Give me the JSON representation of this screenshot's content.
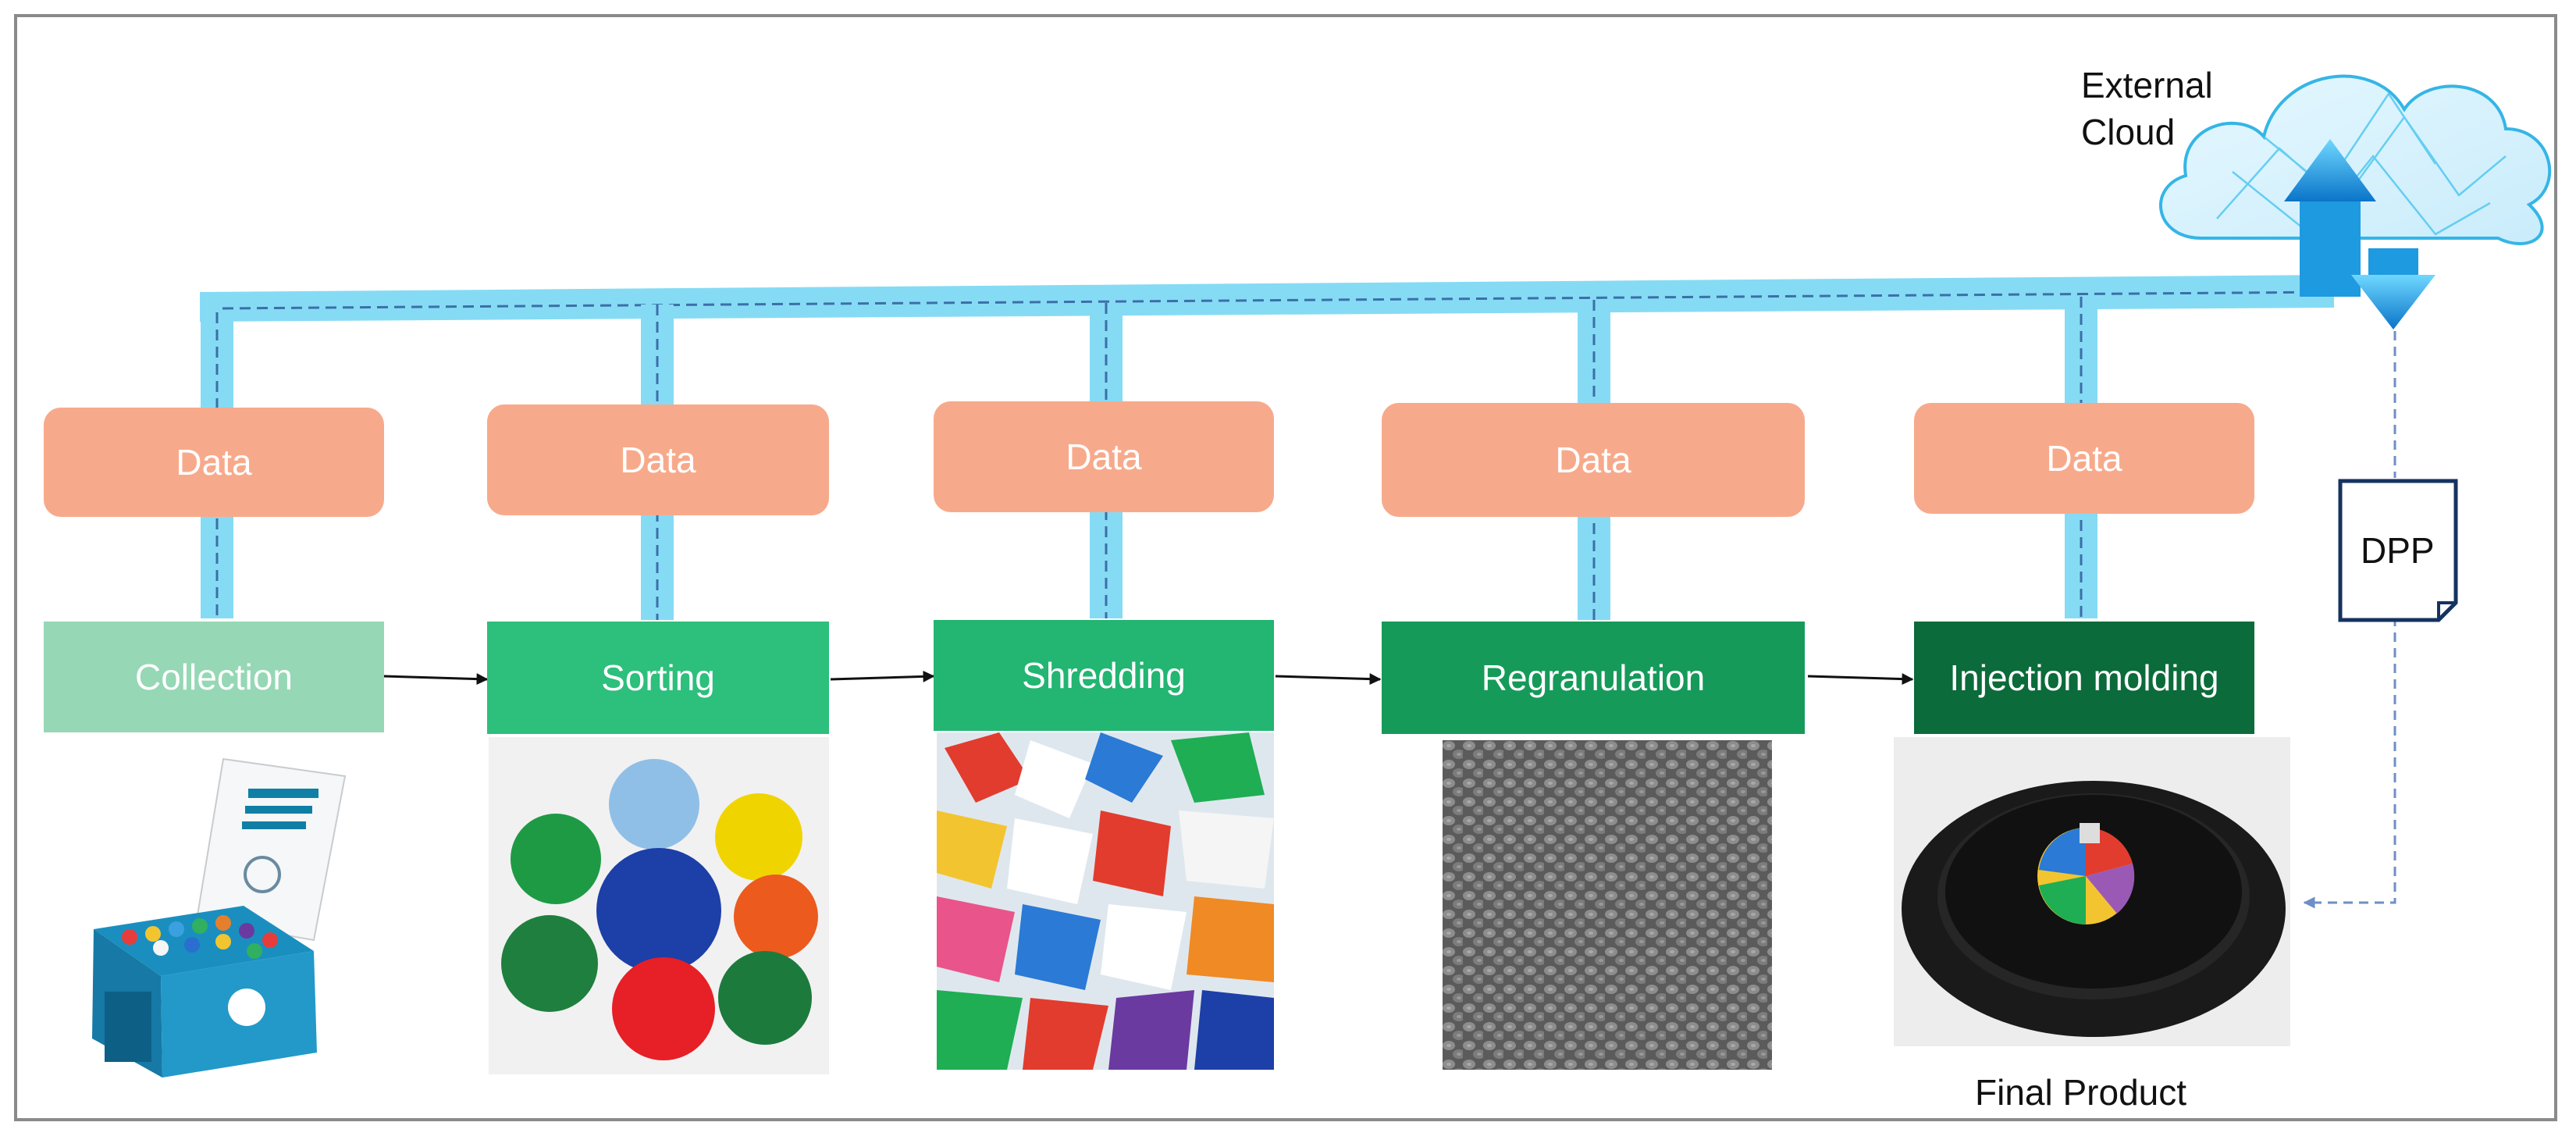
{
  "cloud": {
    "label_line1": "External",
    "label_line2": "Cloud"
  },
  "data_label": "Data",
  "stages": [
    {
      "label": "Collection",
      "color": "#96d7b5"
    },
    {
      "label": "Sorting",
      "color": "#2dbf7c"
    },
    {
      "label": "Shredding",
      "color": "#23b572"
    },
    {
      "label": "Regranulation",
      "color": "#159a5a"
    },
    {
      "label": "Injection molding",
      "color": "#0b6b3a"
    }
  ],
  "document": {
    "label": "DPP"
  },
  "final_product_label": "Final Product",
  "colors": {
    "data_box": "#f7aa8b",
    "data_bus": "#86dbf4",
    "dashed_line": "#3c6fa8",
    "flow_arrow": "#111111"
  }
}
